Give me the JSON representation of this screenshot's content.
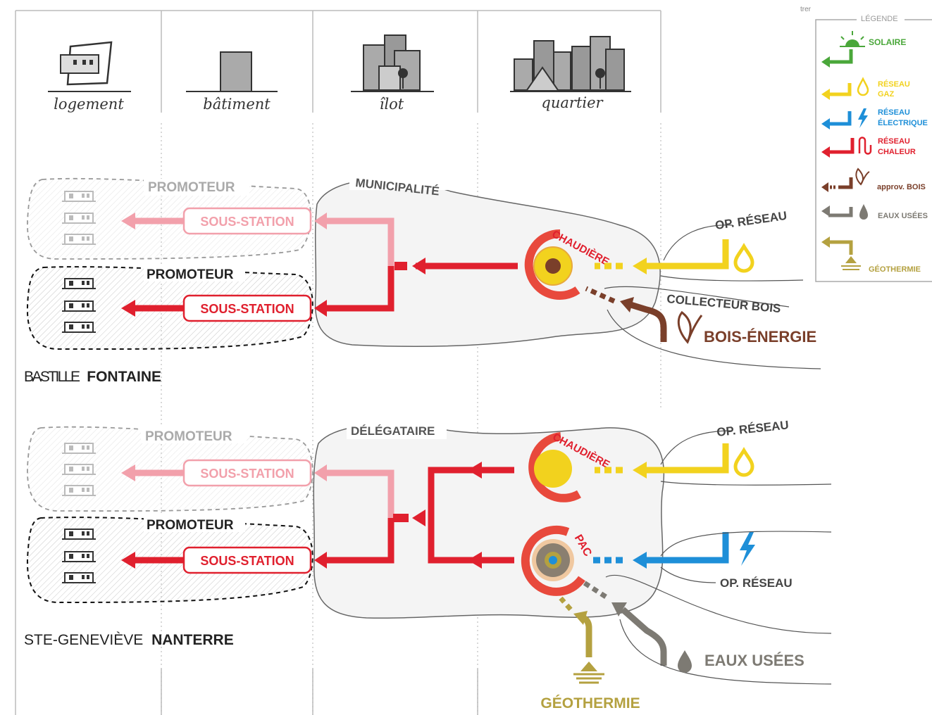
{
  "columns": [
    "logement",
    "bâtiment",
    "îlot",
    "quartier"
  ],
  "legend": {
    "title": "LÉGENDE",
    "corner_text": "trer",
    "items": {
      "solaire": "SOLAIRE",
      "gaz_1": "RÉSEAU",
      "gaz_2": "GAZ",
      "elec_1": "RÉSEAU",
      "elec_2": "ÉLECTRIQUE",
      "chaleur_1": "RÉSEAU",
      "chaleur_2": "CHALEUR",
      "bois": "approv. BOIS",
      "eaux": "EAUX USÉES",
      "geo": "GÉOTHERMIE"
    }
  },
  "section1": {
    "promoteur_faded": "PROMOTEUR",
    "promoteur": "PROMOTEUR",
    "sous_station_faded": "SOUS-STATION",
    "sous_station": "SOUS-STATION",
    "operator": "MUNICIPALITÉ",
    "boiler": "CHAUDIÈRE",
    "op_reseau": "OP. RÉSEAU",
    "collecteur": "COLLECTEUR BOIS",
    "bois_energie": "BOIS-ÉNERGIE",
    "site_prefix": "BASTILLE",
    "site_name": "FONTAINE"
  },
  "section2": {
    "promoteur_faded": "PROMOTEUR",
    "promoteur": "PROMOTEUR",
    "sous_station_faded": "SOUS-STATION",
    "sous_station": "SOUS-STATION",
    "operator": "DÉLÉGATAIRE",
    "boiler": "CHAUDIÈRE",
    "pac": "PAC",
    "op_reseau_gas": "OP. RÉSEAU",
    "op_reseau_elec": "OP. RÉSEAU",
    "eaux_usees": "EAUX USÉES",
    "geothermie": "GÉOTHERMIE",
    "site_prefix": "STE-GENEVIÈVE",
    "site_name": "NANTERRE"
  },
  "colors": {
    "heat": "#e0202e",
    "heat_faded": "#f2a0ab",
    "gas": "#f2d21e",
    "elec": "#1e8fd8",
    "wood": "#7a3f2a",
    "wastewater": "#7d7a73",
    "geo": "#b4a140",
    "solar": "#4aa73a",
    "boiler_ring": "#e8493c"
  }
}
